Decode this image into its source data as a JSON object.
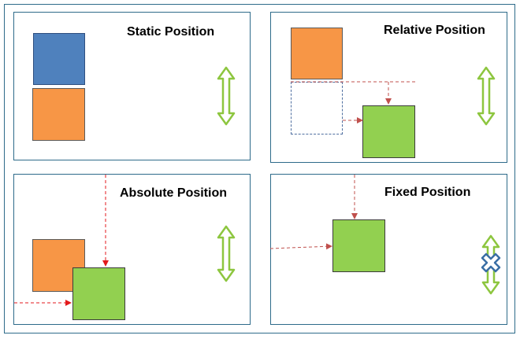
{
  "panels": {
    "static": {
      "title": "Static Position"
    },
    "relative": {
      "title": "Relative Position"
    },
    "absolute": {
      "title": "Absolute Position"
    },
    "fixed": {
      "title": "Fixed Position"
    }
  },
  "colors": {
    "frame": "#2e6b8a",
    "blue": "#4f81bd",
    "orange": "#f79646",
    "green": "#92d050",
    "arrow": "#c0504d",
    "arrow_red": "#e31a1c",
    "scroll_arrow": "#8dc63f",
    "cross": "#3a6ea5"
  },
  "icons": {
    "scroll": "double-headed-vertical-arrow-icon",
    "blocked": "cross-icon"
  }
}
